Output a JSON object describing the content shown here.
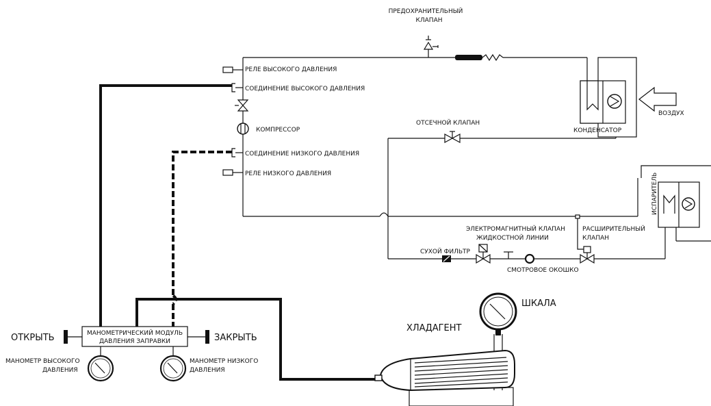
{
  "labels": {
    "relief_valve": [
      "ПРЕДОХРАНИТЕЛЬНЫЙ",
      "КЛАПАН"
    ],
    "high_pressure_relay": "РЕЛЕ ВЫСОКОГО ДАВЛЕНИЯ",
    "high_pressure_connection": "СОЕДИНЕНИЕ ВЫСОКОГО ДАВЛЕНИЯ",
    "compressor": "КОМПРЕССОР",
    "low_pressure_connection": "СОЕДИНЕНИЕ НИЗКОГО ДАВЛЕНИЯ",
    "low_pressure_relay": "РЕЛЕ НИЗКОГО ДАВЛЕНИЯ",
    "condenser": "КОНДЕНСАТОР",
    "air": "ВОЗДУХ",
    "shutoff_valve": "ОТСЕЧНОЙ КЛАПАН",
    "evaporator": "ИСПАРИТЕЛЬ",
    "solenoid_valve": [
      "ЭЛЕКТРОМАГНИТНЫЙ КЛАПАН",
      "ЖИДКОСТНОЙ ЛИНИИ"
    ],
    "expansion_valve": [
      "РАСШИРИТЕЛЬНЫЙ",
      "КЛАПАН"
    ],
    "dry_filter": "СУХОЙ ФИЛЬТР",
    "sight_glass": "СМОТРОВОЕ ОКОШКО",
    "gauge_manifold": [
      "МАНОМЕТРИЧЕСКИЙ МОДУЛЬ",
      "ДАВЛЕНИЯ ЗАПРАВКИ"
    ],
    "open": "ОТКРЫТЬ",
    "close": "ЗАКРЫТЬ",
    "high_gauge": [
      "МАНОМЕТР ВЫСОКОГО",
      "ДАВЛЕНИЯ"
    ],
    "low_gauge": [
      "МАНОМЕТР НИЗКОГО",
      "ДАВЛЕНИЯ"
    ],
    "refrigerant": "ХЛАДАГЕНТ",
    "scale": "ШКАЛА"
  }
}
